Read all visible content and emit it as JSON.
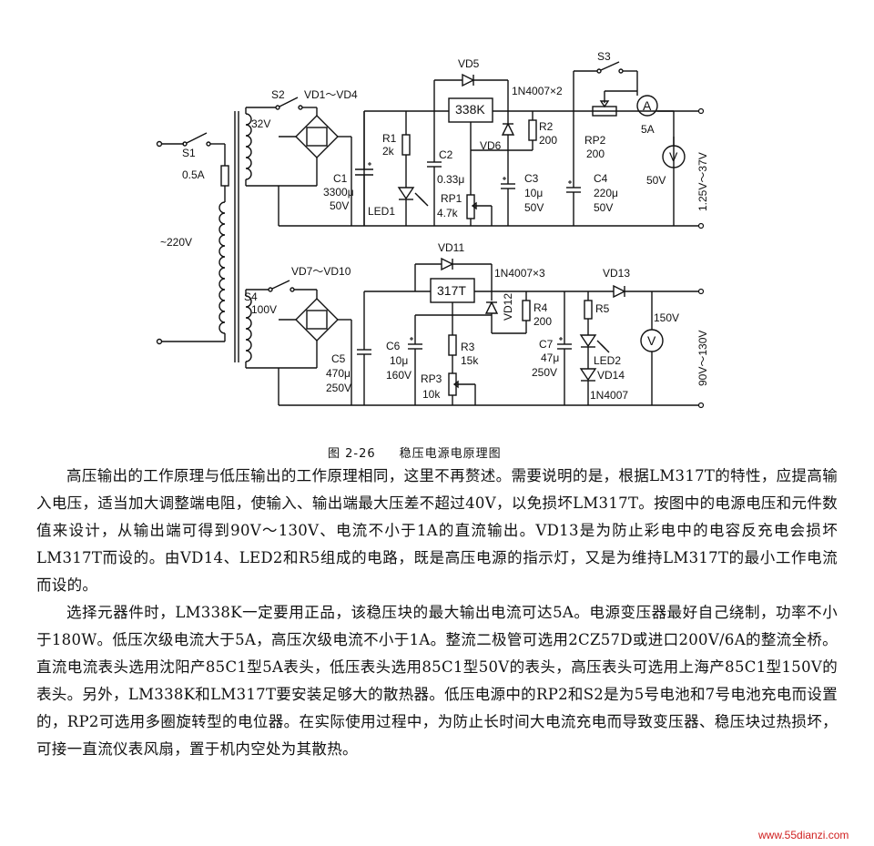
{
  "diagram": {
    "mains": "~220V",
    "fuse": "0.5A",
    "switches": {
      "s1": "S1",
      "s2": "S2",
      "s3": "S3",
      "s4": "S4"
    },
    "low_section": {
      "secondary_voltage": "32V",
      "bridge": "VD1～VD4",
      "c1": [
        "C1",
        "3300μ",
        "50V"
      ],
      "r1": [
        "R1",
        "2k"
      ],
      "led1": "LED1",
      "c2": [
        "C2",
        "0.33μ"
      ],
      "regulator": "338K",
      "vd5": "VD5",
      "diode_note": "1N4007×2",
      "vd6": "VD6",
      "r2": [
        "R2",
        "200"
      ],
      "rp1": [
        "RP1",
        "4.7k"
      ],
      "c3": [
        "C3",
        "10μ",
        "50V"
      ],
      "rp2": [
        "RP2",
        "200"
      ],
      "c4": [
        "C4",
        "220μ",
        "50V"
      ],
      "ammeter": "A",
      "ammeter_range": "5A",
      "voltmeter": "V",
      "voltmeter_range": "50V",
      "output": "1.25V～37V"
    },
    "high_section": {
      "secondary_voltage": "100V",
      "bridge": "VD7～VD10",
      "c5": [
        "C5",
        "470μ",
        "250V"
      ],
      "c6": [
        "C6",
        "10μ",
        "160V"
      ],
      "regulator": "317T",
      "vd11": "VD11",
      "diode_note": "1N4007×3",
      "vd12": "VD12",
      "r3": [
        "R3",
        "15k"
      ],
      "rp3": [
        "RP3",
        "10k"
      ],
      "r4": [
        "R4",
        "200"
      ],
      "c7": [
        "C7",
        "47μ",
        "250V"
      ],
      "r5": "R5",
      "led2": "LED2",
      "vd14": [
        "VD14",
        "1N4007"
      ],
      "vd13": "VD13",
      "voltmeter": "V",
      "voltmeter_range": "150V",
      "output": "90V～130V"
    }
  },
  "caption": {
    "figure": "图 2-26",
    "title": "稳压电源电原理图"
  },
  "paragraphs": [
    "高压输出的工作原理与低压输出的工作原理相同，这里不再赘述。需要说明的是，根据LM317T的特性，应提高输入电压，适当加大调整端电阻，使输入、输出端最大压差不超过40V，以免损坏LM317T。按图中的电源电压和元件数值来设计，从输出端可得到90V～130V、电流不小于1A的直流输出。VD13是为防止彩电中的电容反充电会损坏LM317T而设的。由VD14、LED2和R5组成的电路，既是高压电源的指示灯，又是为维持LM317T的最小工作电流而设的。",
    "选择元器件时，LM338K一定要用正品，该稳压块的最大输出电流可达5A。电源变压器最好自己绕制，功率不小于180W。低压次级电流大于5A，高压次级电流不小于1A。整流二极管可选用2CZ57D或进口200V/6A的整流全桥。直流电流表头选用沈阳产85C1型5A表头，低压表头选用85C1型50V的表头，高压表头可选用上海产85C1型150V的表头。另外，LM338K和LM317T要安装足够大的散热器。低压电源中的RP2和S2是为5号电池和7号电池充电而设置的，RP2可选用多圈旋转型的电位器。在实际使用过程中，为防止长时间大电流充电而导致变压器、稳压块过热损坏，可接一直流仪表风扇，置于机内空处为其散热。"
  ],
  "watermark": "www.55dianzi.com"
}
